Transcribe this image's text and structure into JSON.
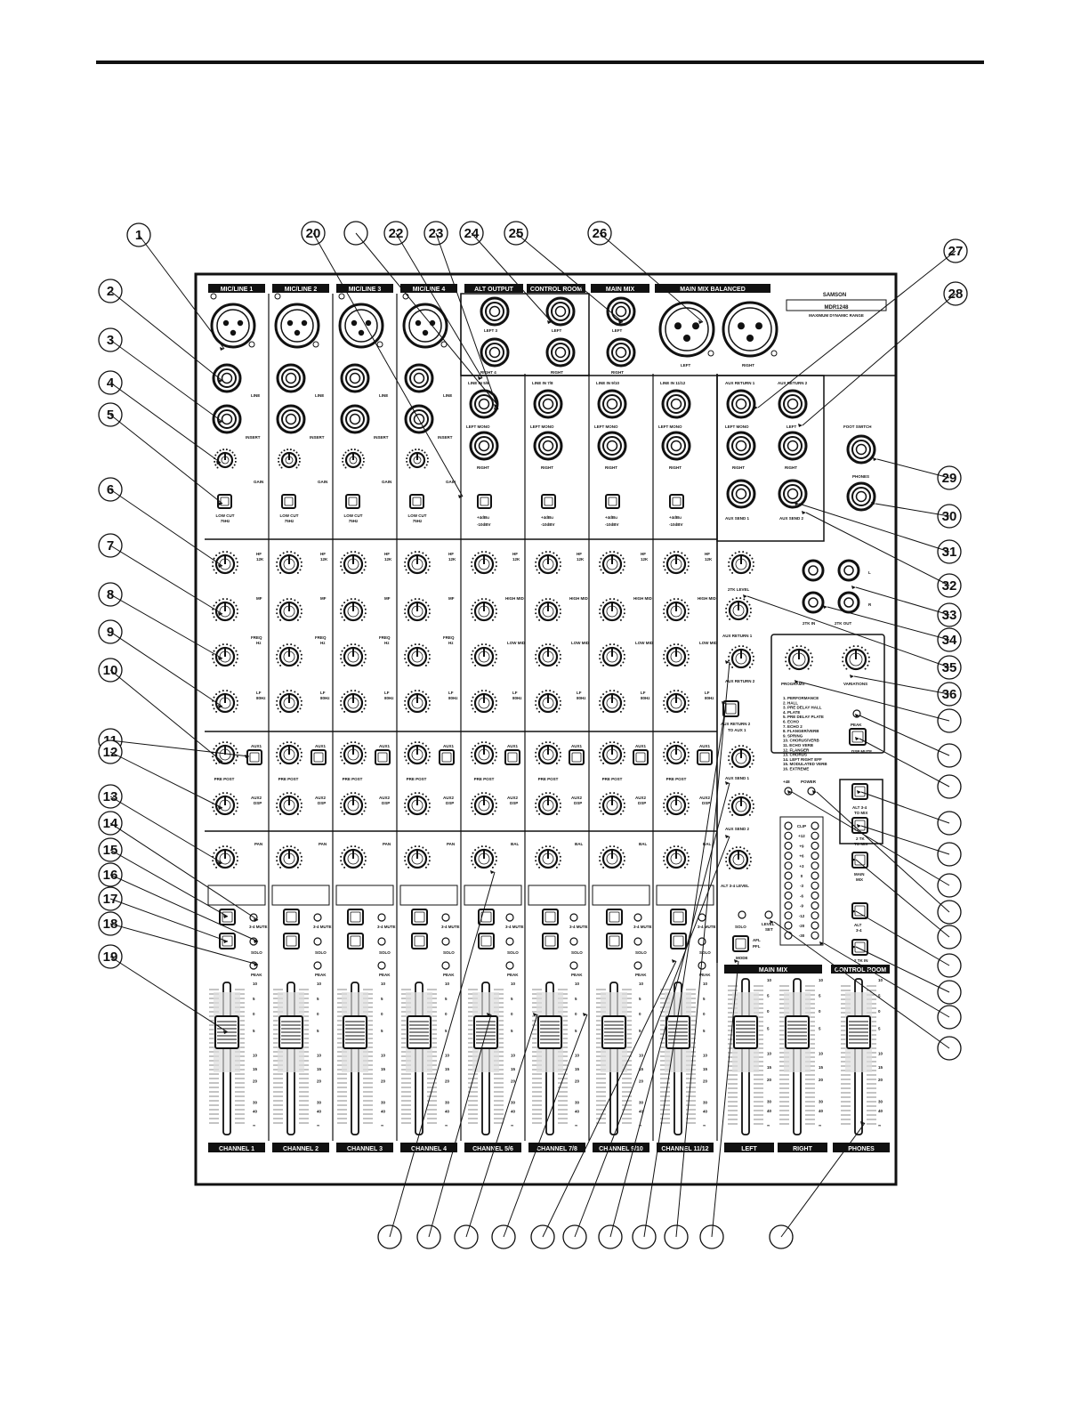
{
  "brand": {
    "name": "SAMSON",
    "model": "MDR1248",
    "tagline": "MAXIMUM DYNAMIC RANGE"
  },
  "channel_headers": [
    "MIC/LINE 1",
    "MIC/LINE 2",
    "MIC/LINE 3",
    "MIC/LINE 4"
  ],
  "stereo_headers": [
    "ALT OUTPUT",
    "CONTROL ROOM",
    "MAIN MIX",
    "MAIN MIX BALANCED"
  ],
  "footers": [
    "CHANNEL 1",
    "CHANNEL 2",
    "CHANNEL 3",
    "CHANNEL 4",
    "CHANNEL 5/6",
    "CHANNEL 7/8",
    "CHANNEL 9/10",
    "CHANNEL 11/12",
    "LEFT",
    "RIGHT",
    "PHONES"
  ],
  "mono_labels": {
    "line": "LINE",
    "insert": "INSERT",
    "gain": "GAIN",
    "low_cut": "LOW CUT",
    "low_cut_freq": "75Hz",
    "hf": "HF",
    "hf_freq": "12K",
    "mf": "MF",
    "freq": "FREQ",
    "hz": "Hz",
    "lf": "LF",
    "lf_freq": "80Hz",
    "aux1": "AUX1",
    "aux2": "AUX2",
    "dsp": "DSP",
    "pan": "PAN",
    "mute": "3-4 MUTE",
    "solo": "SOLO",
    "peak": "PEAK",
    "pre_post": "PRE POST"
  },
  "stereo_labels": {
    "line_in": [
      "LINE IN 5/6",
      "LINE IN 7/8",
      "LINE IN 9/10",
      "LINE IN 11/12"
    ],
    "left_mono": "LEFT MONO",
    "right": "RIGHT",
    "plus4": "+4dBu",
    "minus10": "-10dBV",
    "high_mid": "HIGH MID",
    "low_mid": "LOW MID",
    "bal": "BAL"
  },
  "output_jacks": {
    "left3": "LEFT 3",
    "right4": "RIGHT 4",
    "left": "LEFT",
    "right": "RIGHT"
  },
  "right_section": {
    "aux_return_1": "AUX RETURN 1",
    "aux_return_2": "AUX RETURN 2",
    "left_mono": "LEFT MONO",
    "left": "LEFT",
    "right": "RIGHT",
    "aux_send_1": "AUX SEND 1",
    "aux_send_2": "AUX SEND 2",
    "foot_switch": "FOOT SWITCH",
    "phones": "PHONES",
    "l": "L",
    "r": "R",
    "tk_in": "2TK IN",
    "tk_out": "2TK OUT",
    "tk_level": "2TK LEVEL",
    "ar1": "AUX RETURN 1",
    "ar2": "AUX RETURN 2",
    "ar2_to_aux1": "AUX RETURN 2 TO AUX 1",
    "as1": "AUX SEND 1",
    "as2": "AUX SEND 2",
    "alt34": "ALT 3-4 LEVEL",
    "programs": "PROGRAMS",
    "variations": "VARIATIONS",
    "peak": "PEAK",
    "dsp_mute": "DSP MUTE",
    "p48": "+48",
    "power": "POWER",
    "alt_to_mix": "ALT 3-4 TO MIX",
    "tk_to_mix": "2 TK TO MIX",
    "main_mix": "MAIN MIX",
    "alt34_btn": "ALT 3-4",
    "tk_in_btn": "2 TK IN",
    "solo": "SOLO",
    "level_set": "LEVEL SET",
    "afl": "AFL",
    "pfl": "PFL",
    "mode": "MODE",
    "main_mix_hdr": "MAIN MIX",
    "control_room": "CONTROL ROOM"
  },
  "effect_programs": [
    "1. PERFORMANCE",
    "2. HALL",
    "3. PRE DELAY HALL",
    "4. PLATE",
    "5. PRE DELAY PLATE",
    "6. ECHO",
    "7. ECHO 2",
    "8. FLANGER/VERB",
    "9. SPRING",
    "10. CHORUS/VERB",
    "11. ECHO VERB",
    "12. FLANGER",
    "13. CHORUS",
    "14. LEFT RIGHT EFF",
    "15. MODULATED VERB",
    "16. EXTREME"
  ],
  "meter_labels": [
    "CLIP",
    "+12",
    "+9",
    "+6",
    "+3",
    "0",
    "-3",
    "-6",
    "-9",
    "-12",
    "-20",
    "-30"
  ],
  "fader_scale": [
    "10",
    "5",
    "0",
    "5",
    "10",
    "15",
    "20",
    "30",
    "40",
    "∞"
  ],
  "callouts": {
    "top": [
      "1",
      "20",
      "",
      "22",
      "23",
      "24",
      "25",
      "26"
    ],
    "left": [
      "2",
      "3",
      "4",
      "5",
      "6",
      "7",
      "8",
      "9",
      "10",
      "11",
      "12",
      "13",
      "14",
      "15",
      "16",
      "17",
      "18",
      "19"
    ],
    "right": [
      "27",
      "28",
      "29",
      "30",
      "31",
      "32",
      "33",
      "34",
      "35",
      "36"
    ]
  }
}
